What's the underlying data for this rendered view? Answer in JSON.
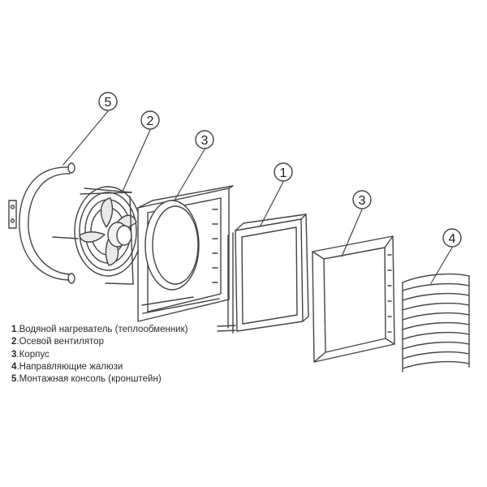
{
  "callouts": [
    {
      "id": "c5",
      "label": "5"
    },
    {
      "id": "c2",
      "label": "2"
    },
    {
      "id": "c3a",
      "label": "3"
    },
    {
      "id": "c1",
      "label": "1"
    },
    {
      "id": "c3b",
      "label": "3"
    },
    {
      "id": "c4",
      "label": "4"
    }
  ],
  "legend": [
    {
      "num": "1",
      "text": ".Водяной нагреватель (теплообменник)"
    },
    {
      "num": "2",
      "text": ".Осевой вентилятор"
    },
    {
      "num": "3",
      "text": ".Корпус"
    },
    {
      "num": "4",
      "text": ".Направляющие жалюзи"
    },
    {
      "num": "5",
      "text": ".Монтажная консоль (кронштейн)"
    }
  ]
}
